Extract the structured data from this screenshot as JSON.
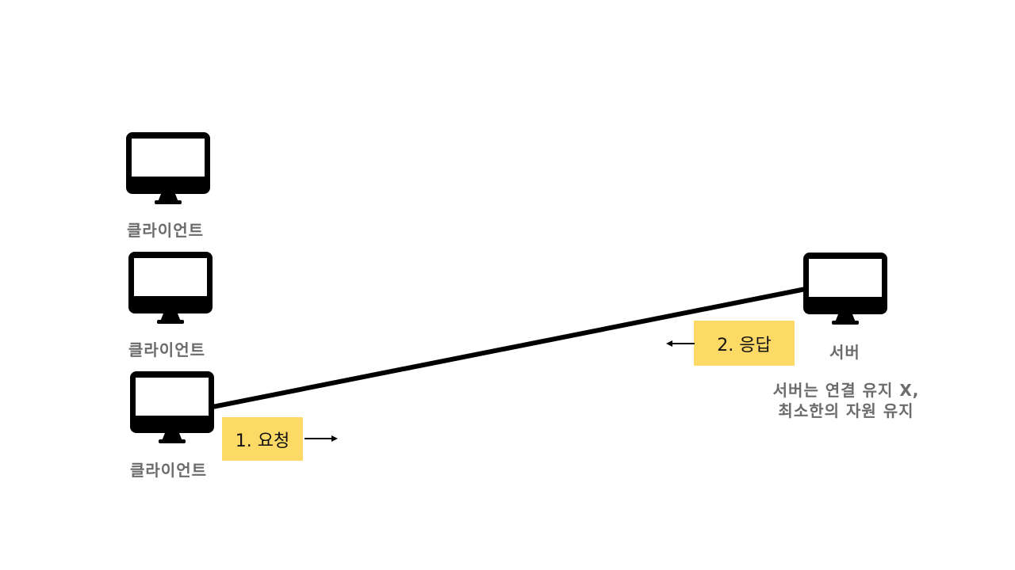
{
  "clients": [
    {
      "label": "클라이언트"
    },
    {
      "label": "클라이언트"
    },
    {
      "label": "클라이언트"
    }
  ],
  "server": {
    "label": "서버",
    "note_line1": "서버는 연결 유지 X,",
    "note_line2": "최소한의 자원 유지"
  },
  "request": {
    "label": "1. 요청"
  },
  "response": {
    "label": "2. 응답"
  },
  "colors": {
    "tag_background": "#fdd966",
    "label_text": "#6b6b6b",
    "monitor": "#000000",
    "line": "#000000"
  }
}
